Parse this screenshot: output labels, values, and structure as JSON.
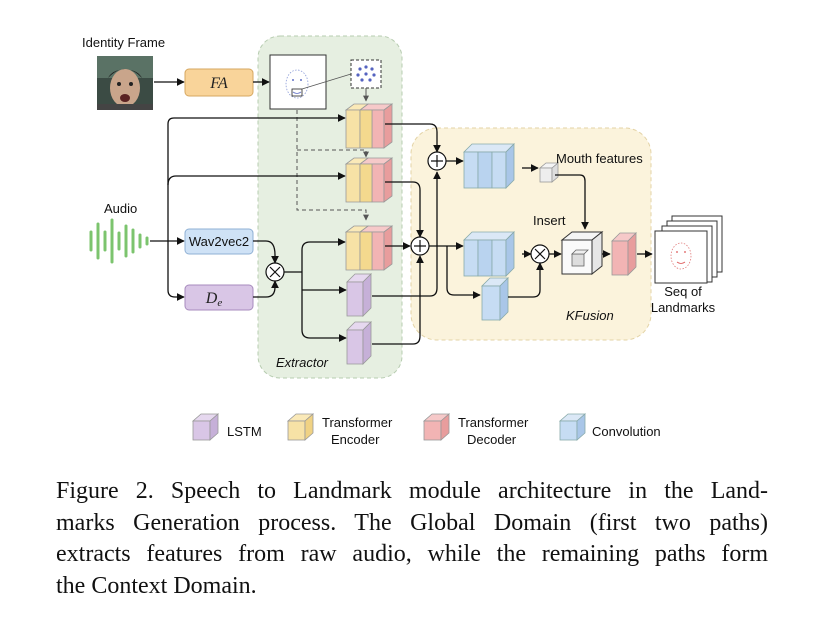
{
  "diagram": {
    "identity_frame_label": "Identity Frame",
    "audio_label": "Audio",
    "fa_label": "FA",
    "wav2vec_label": "Wav2vec2",
    "de_label": "D",
    "de_sub": "e",
    "extractor_label": "Extractor",
    "kfusion_label": "KFusion",
    "mouth_features_label": "Mouth features",
    "insert_label": "Insert",
    "seq_label_line1": "Seq of",
    "seq_label_line2": "Landmarks"
  },
  "legend": [
    {
      "label": "LSTM",
      "color": "#d9c6e6"
    },
    {
      "label_line1": "Transformer",
      "label_line2": "Encoder",
      "color": "#f7e2a6"
    },
    {
      "label_line1": "Transformer",
      "label_line2": "Decoder",
      "color": "#f2b4b4"
    },
    {
      "label": "Convolution",
      "color": "#c6dcf3"
    }
  ],
  "caption": {
    "line1": "Figure 2. Speech to Landmark module architecture in the Land-",
    "line2": "marks Generation process.  The Global Domain (first two paths)",
    "line3": "extracts features from raw audio, while the remaining paths form",
    "line4": "the Context Domain."
  },
  "colors": {
    "extractor_bg": "#e6efe1",
    "kfusion_bg": "#fbf3dc",
    "fa_box": "#f9d49a",
    "wav2vec_box": "#cfe2f6",
    "de_box": "#d9c6e6",
    "audio_wave": "#7cc46e"
  }
}
